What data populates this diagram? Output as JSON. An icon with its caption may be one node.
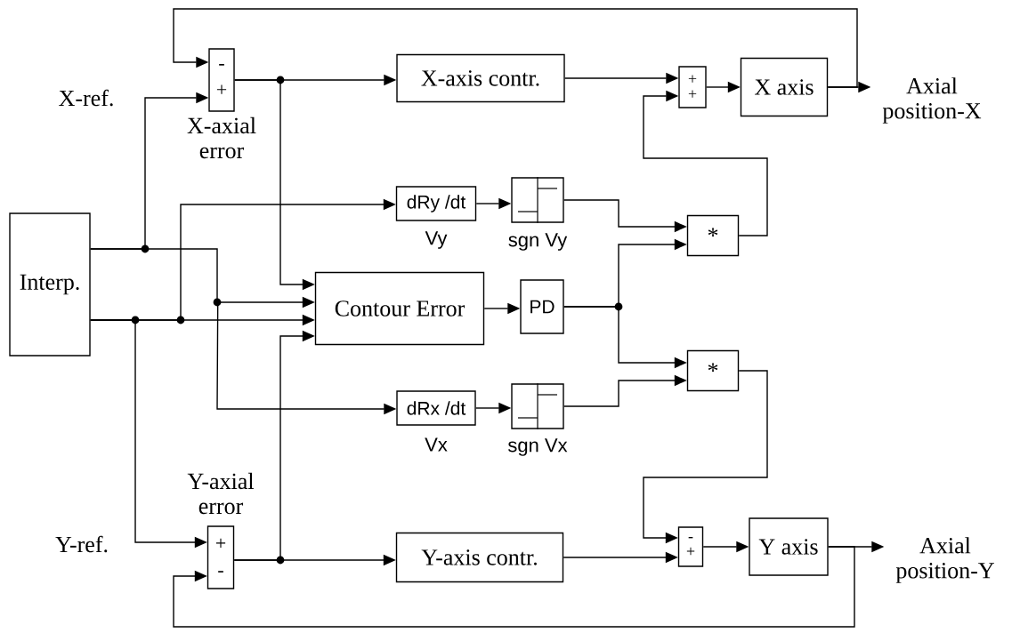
{
  "diagram": {
    "nodes": [
      {
        "text": [
          "Interp."
        ]
      },
      {
        "text": [
          "-",
          "+"
        ],
        "beside": [
          "X-axial error"
        ]
      },
      {
        "text": [
          "X-axis contr."
        ]
      },
      {
        "text": [
          "+",
          "+"
        ]
      },
      {
        "text": [
          "X axis"
        ]
      },
      {
        "text": [
          "Axial position-X"
        ]
      },
      {
        "text": [
          "dRy /dt"
        ],
        "beside": [
          "Vy"
        ]
      },
      {
        "text": [],
        "shape": "box",
        "beside": [
          "sgn Vy"
        ]
      },
      {
        "text": [
          "*"
        ]
      },
      {
        "text": [
          "Contour Error"
        ]
      },
      {
        "text": [
          "PD"
        ]
      },
      {
        "text": [
          "*"
        ]
      },
      {
        "text": [
          "dRx /dt"
        ],
        "beside": [
          "Vx"
        ]
      },
      {
        "text": [],
        "shape": "box",
        "beside": [
          "sgn Vx"
        ]
      },
      {
        "text": [
          "+",
          "-"
        ],
        "beside": [
          "Y-axial error"
        ]
      },
      {
        "text": [
          "Y-axis contr."
        ]
      },
      {
        "text": [
          "-",
          "+"
        ]
      },
      {
        "text": [
          "Y axis"
        ]
      },
      {
        "text": [
          "Axial position-Y"
        ]
      }
    ],
    "edges": [
      {
        "from": 0,
        "to": 1,
        "arrow": "to"
      },
      {
        "from": 0,
        "to": 6,
        "arrow": "to"
      },
      {
        "from": 0,
        "to": 9,
        "arrow": "to"
      },
      {
        "from": 0,
        "to": 12,
        "arrow": "to"
      },
      {
        "from": 0,
        "to": 9,
        "arrow": "to"
      },
      {
        "from": 0,
        "to": 14,
        "arrow": "to"
      },
      {
        "from": 1,
        "to": 2,
        "arrow": "to"
      },
      {
        "from": 1,
        "to": 9,
        "arrow": "to"
      },
      {
        "from": 14,
        "to": 15,
        "arrow": "to"
      },
      {
        "from": 14,
        "to": 9,
        "arrow": "to"
      },
      {
        "from": 2,
        "to": 3,
        "arrow": "to"
      },
      {
        "from": 3,
        "to": 4,
        "arrow": "to"
      },
      {
        "from": 4,
        "to": 5,
        "arrow": "to"
      },
      {
        "from": 4,
        "to": 1,
        "arrow": "to"
      },
      {
        "from": 6,
        "to": 7,
        "arrow": "to"
      },
      {
        "from": 7,
        "to": 8,
        "arrow": "to"
      },
      {
        "from": 9,
        "to": 10,
        "arrow": "to"
      },
      {
        "from": 10,
        "to": 8,
        "arrow": "to"
      },
      {
        "from": 10,
        "to": 11,
        "arrow": "to"
      },
      {
        "from": 12,
        "to": 13,
        "arrow": "to"
      },
      {
        "from": 13,
        "to": 11,
        "arrow": "to"
      },
      {
        "from": 8,
        "to": 3,
        "arrow": "to"
      },
      {
        "from": 11,
        "to": 16,
        "arrow": "to"
      },
      {
        "from": 15,
        "to": 16,
        "arrow": "to"
      },
      {
        "from": 16,
        "to": 17,
        "arrow": "to"
      },
      {
        "from": 17,
        "to": 18,
        "arrow": "to"
      },
      {
        "from": 17,
        "to": 14,
        "arrow": "to"
      }
    ],
    "labels": [
      "X-ref.",
      "Y-ref."
    ]
  }
}
